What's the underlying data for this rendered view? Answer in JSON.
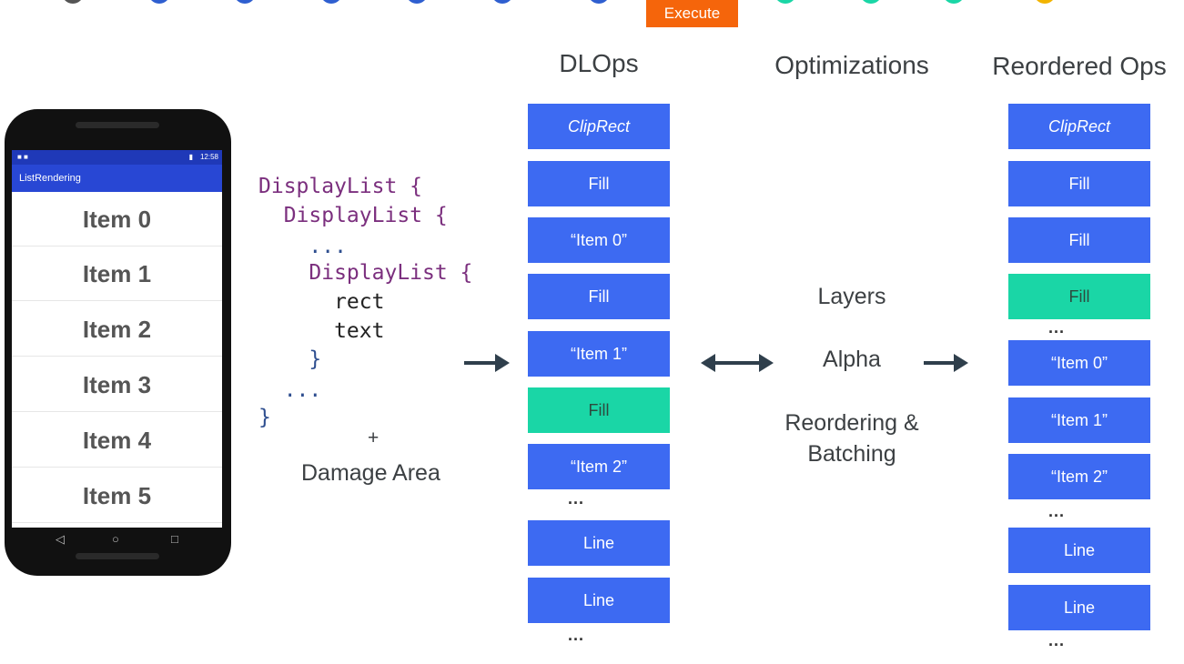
{
  "top_bar": {
    "execute_label": "Execute",
    "dot_colors": [
      "#555555",
      "#2f5fd0",
      "#2f5fd0",
      "#2f5fd0",
      "#2f5fd0",
      "#2f5fd0",
      "#2f5fd0",
      "#1ad6a6",
      "#1ad6a6",
      "#1ad6a6",
      "#f2b400"
    ]
  },
  "phone": {
    "status_time": "12:58",
    "app_title": "ListRendering",
    "items": [
      "Item 0",
      "Item 1",
      "Item 2",
      "Item 3",
      "Item 4",
      "Item 5"
    ],
    "nav_icons": [
      "back-icon",
      "home-icon",
      "recents-icon"
    ]
  },
  "code": {
    "lines": [
      {
        "text": "DisplayList {",
        "color": "purple"
      },
      {
        "text": "  DisplayList {",
        "color": "purple"
      },
      {
        "text": "    ...",
        "color": "blue"
      },
      {
        "text": "    DisplayList {",
        "color": "purple"
      },
      {
        "text": "      rect",
        "color": "black"
      },
      {
        "text": "      text",
        "color": "black"
      },
      {
        "text": "    }",
        "color": "blue"
      },
      {
        "text": "  ...",
        "color": "blue"
      },
      {
        "text": "}",
        "color": "blue"
      }
    ],
    "plus": "+",
    "damage_area": "Damage Area"
  },
  "dlops": {
    "title": "DLOps",
    "ops": [
      {
        "label": "ClipRect",
        "style": "blue-italic"
      },
      {
        "label": "Fill",
        "style": "blue"
      },
      {
        "label": "“Item 0”",
        "style": "blue"
      },
      {
        "label": "Fill",
        "style": "blue"
      },
      {
        "label": "“Item 1”",
        "style": "blue"
      },
      {
        "label": "Fill",
        "style": "green"
      },
      {
        "label": "“Item 2”",
        "style": "blue"
      },
      {
        "label": "...",
        "style": "ellipsis"
      },
      {
        "label": "Line",
        "style": "blue"
      },
      {
        "label": "Line",
        "style": "blue"
      },
      {
        "label": "...",
        "style": "ellipsis"
      }
    ]
  },
  "optimizations": {
    "title": "Optimizations",
    "layers": "Layers",
    "alpha": "Alpha",
    "reordering_line1": "Reordering &",
    "reordering_line2": "Batching"
  },
  "reordered": {
    "title": "Reordered Ops",
    "ops": [
      {
        "label": "ClipRect",
        "style": "blue-italic"
      },
      {
        "label": "Fill",
        "style": "blue"
      },
      {
        "label": "Fill",
        "style": "blue"
      },
      {
        "label": "Fill",
        "style": "green"
      },
      {
        "label": "...",
        "style": "ellipsis"
      },
      {
        "label": "“Item 0”",
        "style": "blue"
      },
      {
        "label": "“Item 1”",
        "style": "blue"
      },
      {
        "label": "“Item 2”",
        "style": "blue"
      },
      {
        "label": "...",
        "style": "ellipsis"
      },
      {
        "label": "Line",
        "style": "blue"
      },
      {
        "label": "Line",
        "style": "blue"
      },
      {
        "label": "...",
        "style": "ellipsis"
      }
    ]
  },
  "colors": {
    "op_blue": "#3d6af2",
    "op_green": "#1ad6a6",
    "execute": "#f5650b",
    "arrow": "#2f3f4c"
  }
}
